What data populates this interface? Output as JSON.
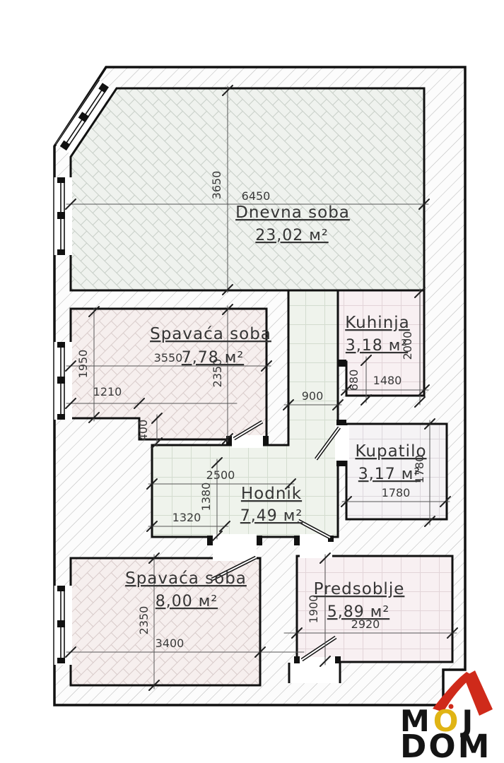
{
  "title": "Apartment floor plan",
  "rooms": {
    "living": {
      "name": "Dnevna soba",
      "area": "23,02 м²"
    },
    "bedroom1": {
      "name": "Spavaća soba",
      "area": "7,78 м²"
    },
    "kitchen": {
      "name": "Kuhinja",
      "area": "3,18 м²"
    },
    "bathroom": {
      "name": "Kupatilo",
      "area": "3,17 м²"
    },
    "hall": {
      "name": "Hodnik",
      "area": "7,49 м²"
    },
    "bedroom2": {
      "name": "Spavaća soba",
      "area": "8,00 м²"
    },
    "entry": {
      "name": "Predsoblje",
      "area": "5,89 м²"
    }
  },
  "dims": {
    "living_width": "6450",
    "living_height": "3650",
    "bedroom1_width": "3550",
    "bedroom1_left_height": "1950",
    "bedroom1_left_width": "1210",
    "bedroom1_height": "2350",
    "bedroom1_notch": "400",
    "kitchen_height": "2000",
    "kitchen_pier": "680",
    "kitchen_width": "1480",
    "corridor_width": "900",
    "bathroom_height": "1780",
    "bathroom_width": "1780",
    "hall_width": "2500",
    "hall_height": "1380",
    "hall_left_width": "1320",
    "bedroom2_height": "2350",
    "bedroom2_width": "3400",
    "entry_height": "1900",
    "entry_width": "2920"
  },
  "logo": {
    "m": "M",
    "o": "O",
    "j": "J",
    "dom": "DOM",
    "accent_yellow": "#e0b414",
    "accent_red": "#cf2a1a",
    "text_color": "#141414"
  },
  "colors": {
    "wall_hatch": "#bcbcbc",
    "outline": "#111111",
    "living_fill": "#eff2ee",
    "bedroom_fill": "#f6efee",
    "hall_fill": "#eff3ec",
    "wet_room_fill": "#f8f0f2"
  }
}
